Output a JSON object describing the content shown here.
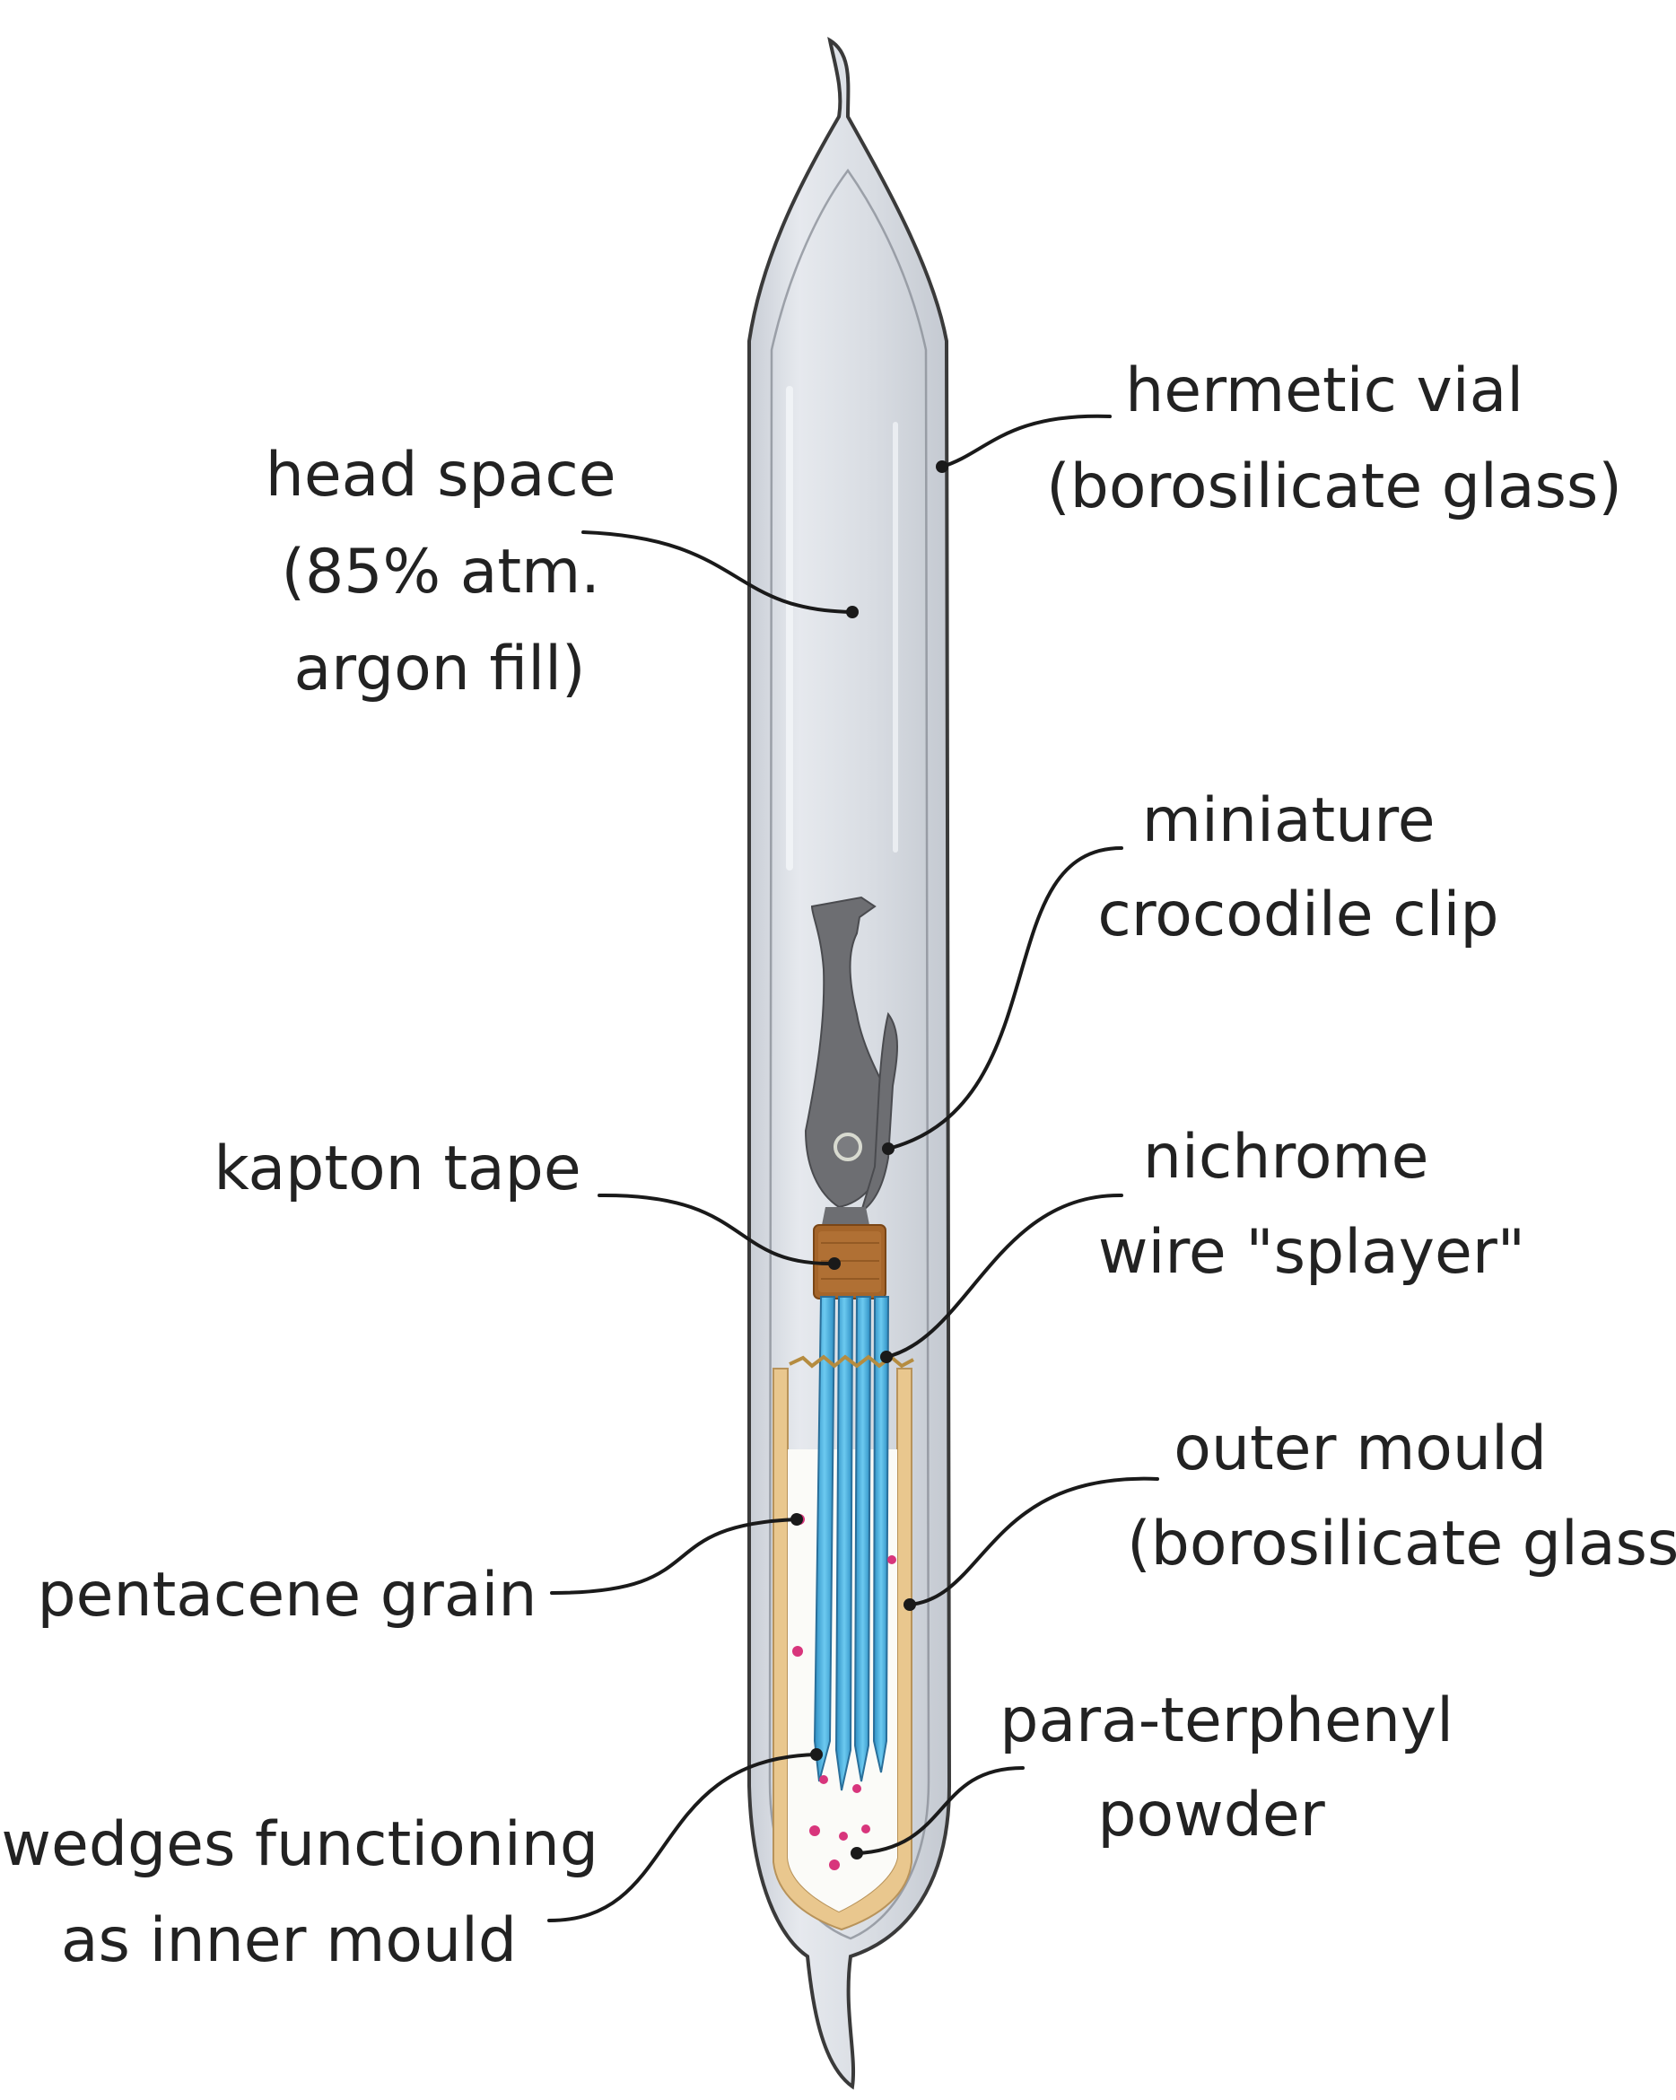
{
  "labels": {
    "hermetic_vial": [
      "hermetic vial",
      "(borosilicate glass)"
    ],
    "head_space": [
      "head space",
      "(85% atm.",
      "argon fill)"
    ],
    "crocodile_clip": [
      "miniature",
      "crocodile clip"
    ],
    "kapton_tape": [
      "kapton tape"
    ],
    "nichrome_wire": [
      "nichrome",
      "wire \"splayer\""
    ],
    "outer_mould": [
      "outer mould",
      "(borosilicate glass)"
    ],
    "pentacene_grain": [
      "pentacene grain"
    ],
    "para_terphenyl": [
      "para-terphenyl",
      "powder"
    ],
    "wedges": [
      "wedges functioning",
      "as inner mould"
    ]
  },
  "colors": {
    "glass": "#d9dde3",
    "glass_outline": "#3a3a3a",
    "clip": "#6d6e72",
    "kapton": "#a5652a",
    "wedge": "#4cb6e3",
    "mould": "#e9c78e",
    "pentacene": "#d8357c",
    "leader": "#1a1a1a"
  }
}
